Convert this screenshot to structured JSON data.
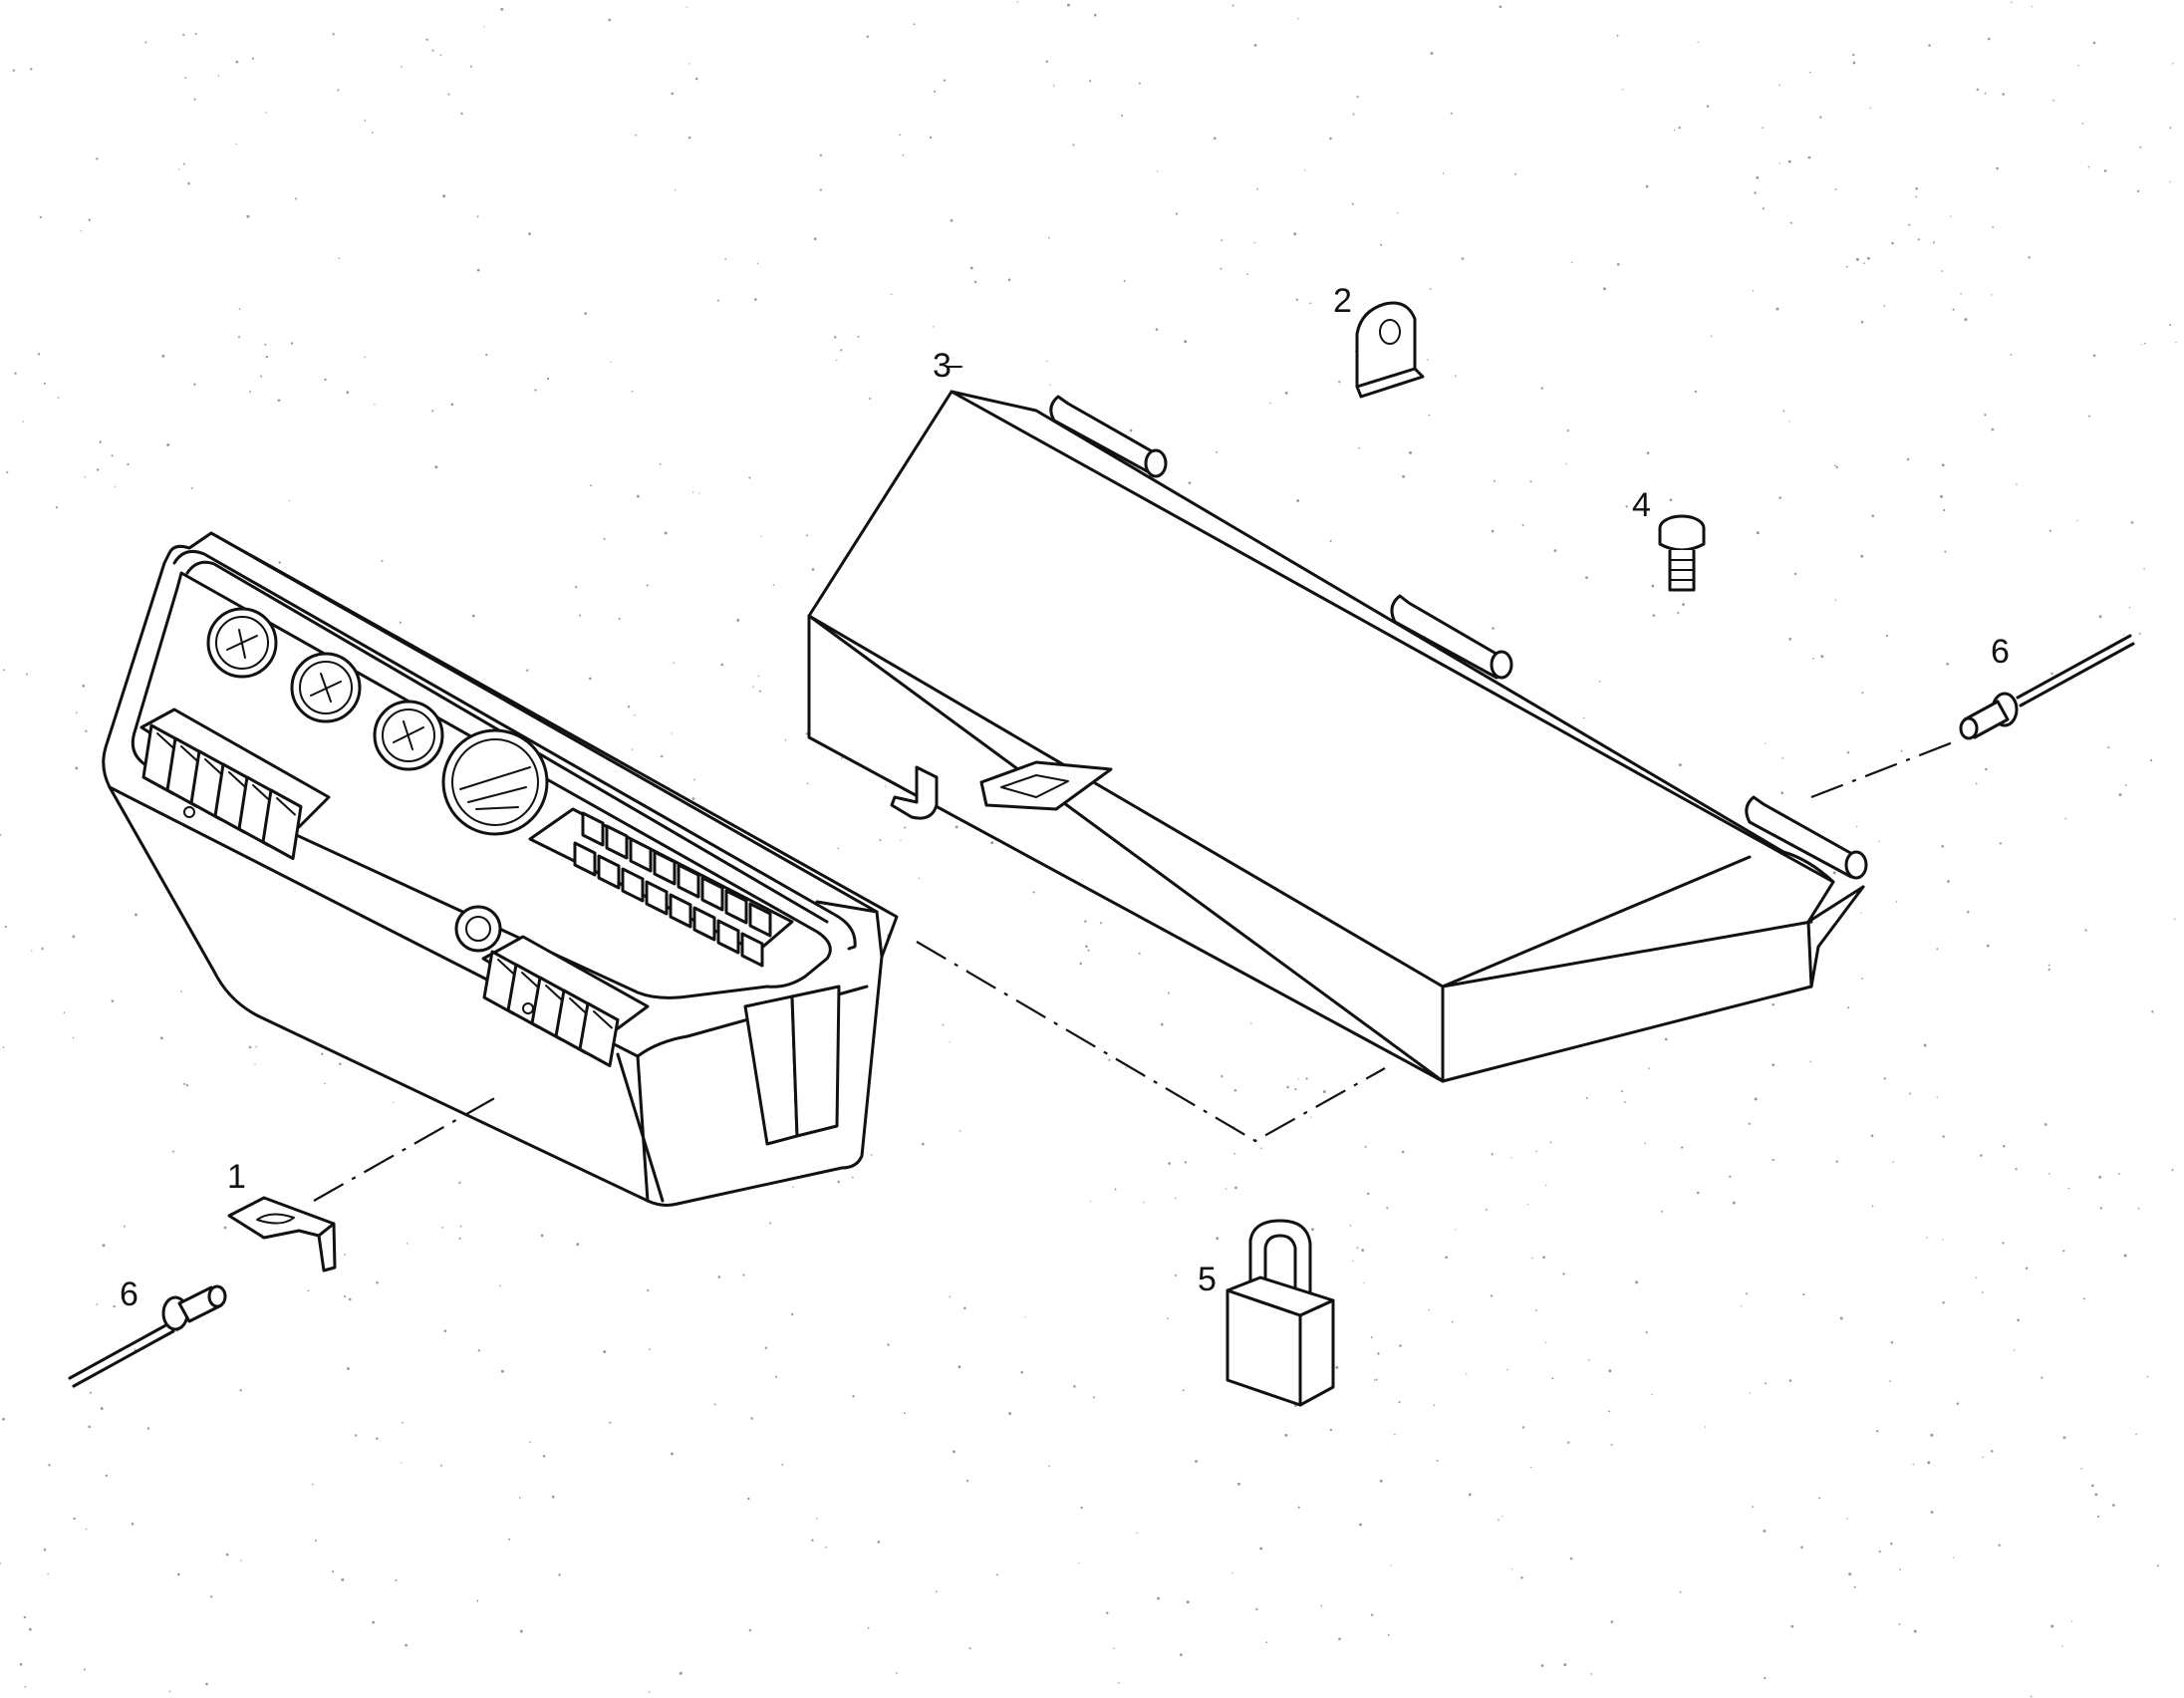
{
  "callouts": {
    "part_1": "1",
    "part_2": "2",
    "part_3": "3",
    "part_4": "4",
    "part_5": "5",
    "part_6_right": "6",
    "part_6_left": "6"
  },
  "colors": {
    "line": "#111111",
    "background": "#ffffff"
  }
}
